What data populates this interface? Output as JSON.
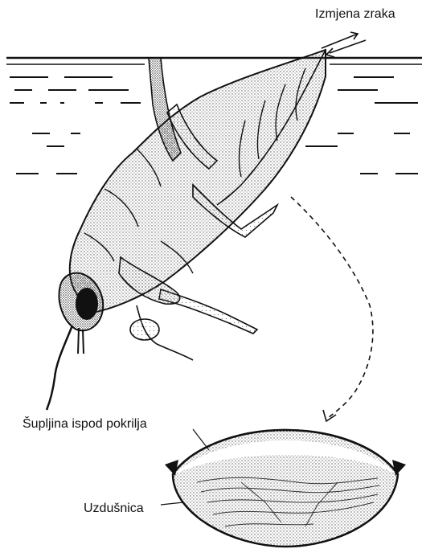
{
  "labels": {
    "air_exchange": "Izmjena zraka",
    "cavity": "Šupljina ispod pokrilja",
    "trachea": "Uzdušnica"
  },
  "colors": {
    "ink": "#111111",
    "stipple": "#555555",
    "background": "#ffffff"
  }
}
